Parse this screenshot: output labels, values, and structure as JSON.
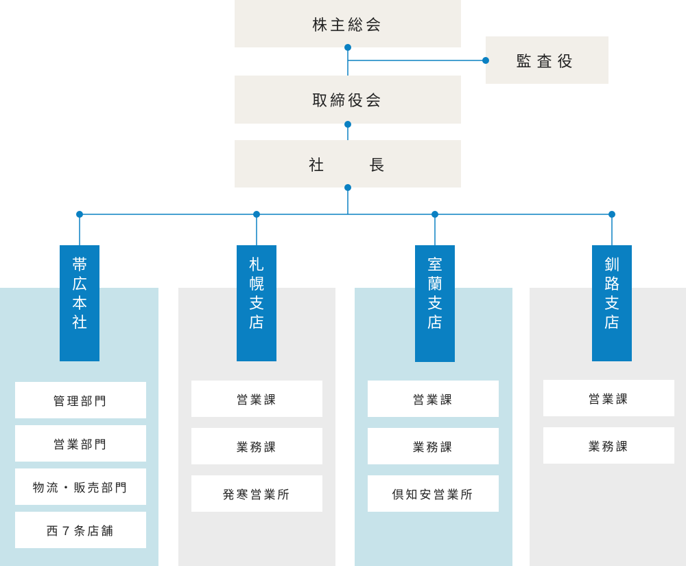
{
  "colors": {
    "beige_box": "#f2efe9",
    "line": "#0a80c2",
    "label_blue": "#0a80c2",
    "panel_blue": "#c7e3ea",
    "panel_grey": "#ebebeb",
    "sub_box": "#ffffff"
  },
  "top": {
    "shareholders": "株主総会",
    "auditor": "監査役",
    "board": "取締役会",
    "president_left": "社",
    "president_right": "長"
  },
  "branches": [
    {
      "name": "帯広本社",
      "chars": [
        "帯",
        "広",
        "本",
        "社"
      ],
      "units": [
        "管理部門",
        "営業部門",
        "物流・販売部門",
        "西７条店舗"
      ]
    },
    {
      "name": "札幌支店",
      "chars": [
        "札",
        "幌",
        "支",
        "店"
      ],
      "units": [
        "営業課",
        "業務課",
        "発寒営業所"
      ]
    },
    {
      "name": "室蘭支店",
      "chars": [
        "室",
        "蘭",
        "支",
        "店"
      ],
      "units": [
        "営業課",
        "業務課",
        "倶知安営業所"
      ]
    },
    {
      "name": "釧路支店",
      "chars": [
        "釧",
        "路",
        "支",
        "店"
      ],
      "units": [
        "営業課",
        "業務課"
      ]
    }
  ]
}
